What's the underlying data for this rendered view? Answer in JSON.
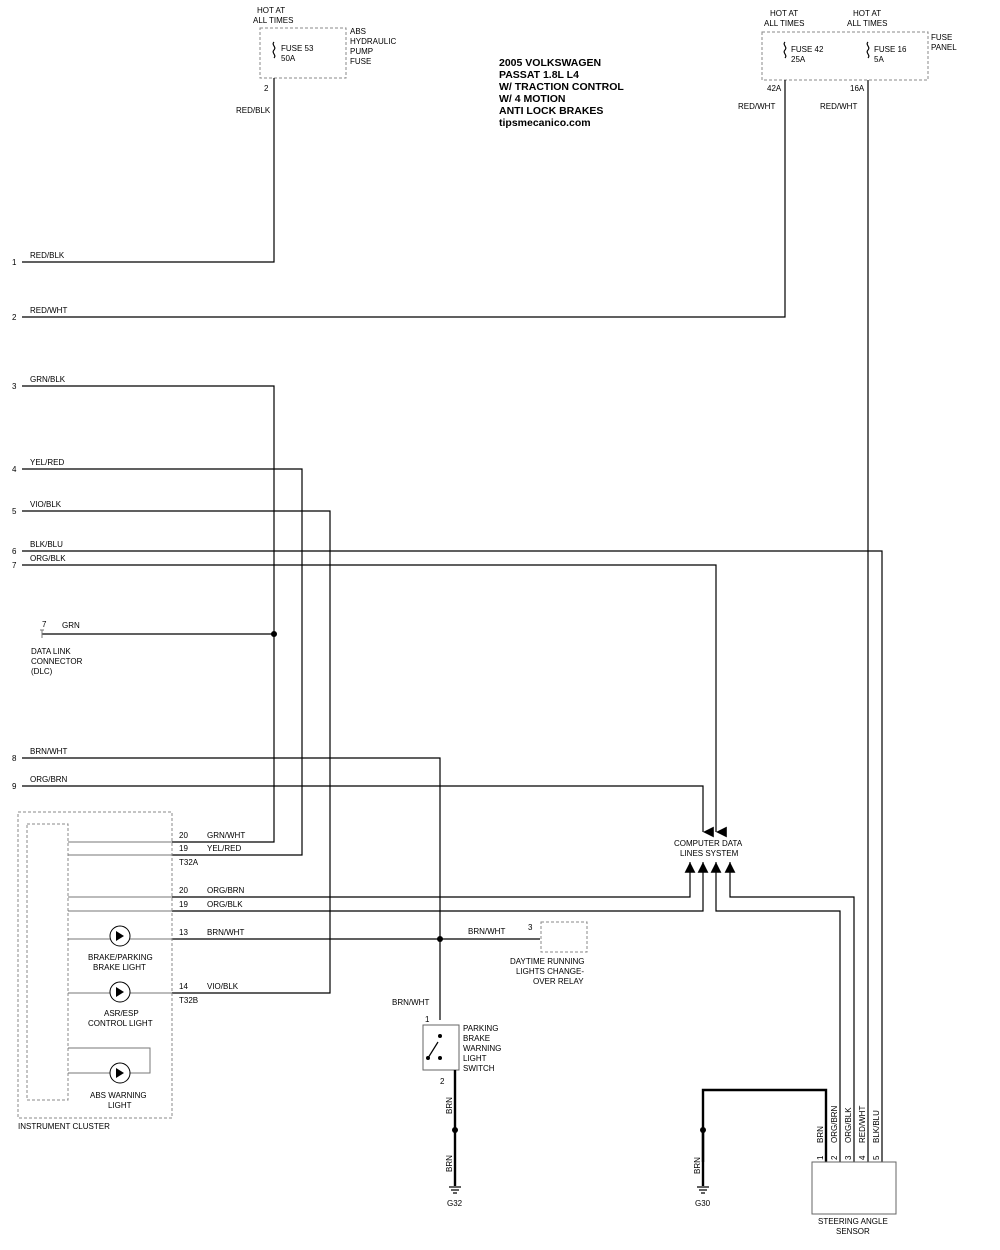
{
  "title_lines": [
    "2005  VOLKSWAGEN",
    "PASSAT  1.8L L4",
    "W/ TRACTION CONTROL",
    "W/ 4 MOTION",
    "ANTI LOCK BRAKES",
    "tipsmecanico.com"
  ],
  "hot_at_all_times": [
    "HOT AT",
    "ALL TIMES"
  ],
  "fuses": {
    "f53": {
      "name": "FUSE 53",
      "amps": "50A",
      "pin": "2",
      "desc": [
        "ABS",
        "HYDRAULIC",
        "PUMP",
        "FUSE"
      ],
      "wire": "RED/BLK"
    },
    "f42": {
      "name": "FUSE 42",
      "amps": "25A",
      "pin": "42A",
      "wire": "RED/WHT"
    },
    "f16": {
      "name": "FUSE 16",
      "amps": "5A",
      "pin": "16A",
      "wire": "RED/WHT"
    },
    "panel": [
      "FUSE",
      "PANEL"
    ]
  },
  "pins": [
    {
      "num": "1",
      "wire": "RED/BLK"
    },
    {
      "num": "2",
      "wire": "RED/WHT"
    },
    {
      "num": "3",
      "wire": "GRN/BLK"
    },
    {
      "num": "4",
      "wire": "YEL/RED"
    },
    {
      "num": "5",
      "wire": "VIO/BLK"
    },
    {
      "num": "6",
      "wire": "BLK/BLU"
    },
    {
      "num": "7",
      "wire": "ORG/BLK"
    },
    {
      "num": "8",
      "wire": "BRN/WHT"
    },
    {
      "num": "9",
      "wire": "ORG/BRN"
    }
  ],
  "dlc": {
    "pin": "7",
    "wire": "GRN",
    "label": [
      "DATA LINK",
      "CONNECTOR",
      "(DLC)"
    ]
  },
  "cluster": {
    "label": "INSTRUMENT CLUSTER",
    "t32a": {
      "name": "T32A",
      "pins": [
        {
          "num": "20",
          "wire": "GRN/WHT"
        },
        {
          "num": "19",
          "wire": "YEL/RED"
        }
      ]
    },
    "t32b": {
      "name": "T32B",
      "pins": [
        {
          "num": "20",
          "wire": "ORG/BRN"
        },
        {
          "num": "19",
          "wire": "ORG/BLK"
        },
        {
          "num": "13",
          "wire": "BRN/WHT"
        },
        {
          "num": "14",
          "wire": "VIO/BLK"
        }
      ]
    },
    "lights": [
      [
        "BRAKE/PARKING",
        "BRAKE LIGHT"
      ],
      [
        "ASR/ESP",
        "CONTROL LIGHT"
      ],
      [
        "ABS WARNING",
        "LIGHT"
      ]
    ]
  },
  "computer_data": [
    "COMPUTER DATA",
    "LINES SYSTEM"
  ],
  "relay": {
    "pin": "3",
    "wire": "BRN/WHT",
    "label": [
      "DAYTIME RUNNING",
      "LIGHTS CHANGE-",
      "OVER RELAY"
    ]
  },
  "switch": {
    "wire_top": "BRN/WHT",
    "pin1": "1",
    "pin2": "2",
    "label": [
      "PARKING",
      "BRAKE",
      "WARNING",
      "LIGHT",
      "SWITCH"
    ],
    "wire_b1": "BRN",
    "wire_b2": "BRN",
    "ground": "G32"
  },
  "ground_g30": {
    "wire": "BRN",
    "name": "G30"
  },
  "sensor": {
    "label": [
      "STEERING ANGLE",
      "SENSOR"
    ],
    "pins": [
      {
        "num": "1",
        "wire": "BRN"
      },
      {
        "num": "2",
        "wire": "ORG/BRN"
      },
      {
        "num": "3",
        "wire": "ORG/BLK"
      },
      {
        "num": "4",
        "wire": "RED/WHT"
      },
      {
        "num": "5",
        "wire": "BLK/BLU"
      }
    ]
  }
}
